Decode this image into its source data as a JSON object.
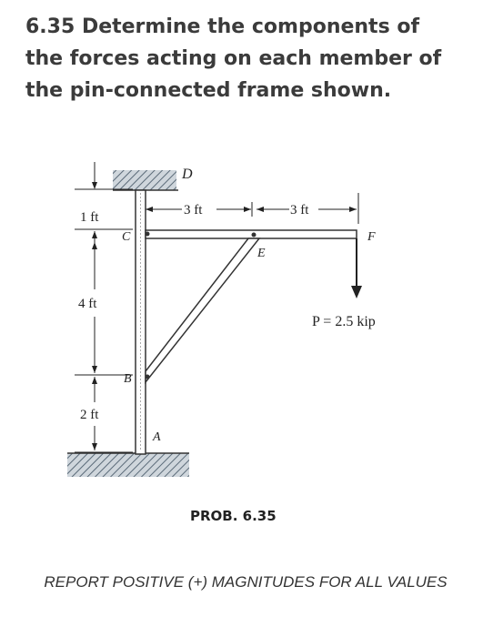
{
  "problem": {
    "text": "6.35 Determine the components of the forces acting on each member of the pin-connected frame shown."
  },
  "figure": {
    "labels": {
      "D": "D",
      "C": "C",
      "B": "B",
      "A": "A",
      "E": "E",
      "F": "F"
    },
    "dimensions": {
      "top_left": "3 ft",
      "top_right": "3 ft",
      "v_top": "1 ft",
      "v_mid": "4 ft",
      "v_bot": "2 ft"
    },
    "load": "P = 2.5 kip",
    "caption": "PROB. 6.35"
  },
  "note": "REPORT POSITIVE (+) MAGNITUDES FOR ALL VALUES"
}
